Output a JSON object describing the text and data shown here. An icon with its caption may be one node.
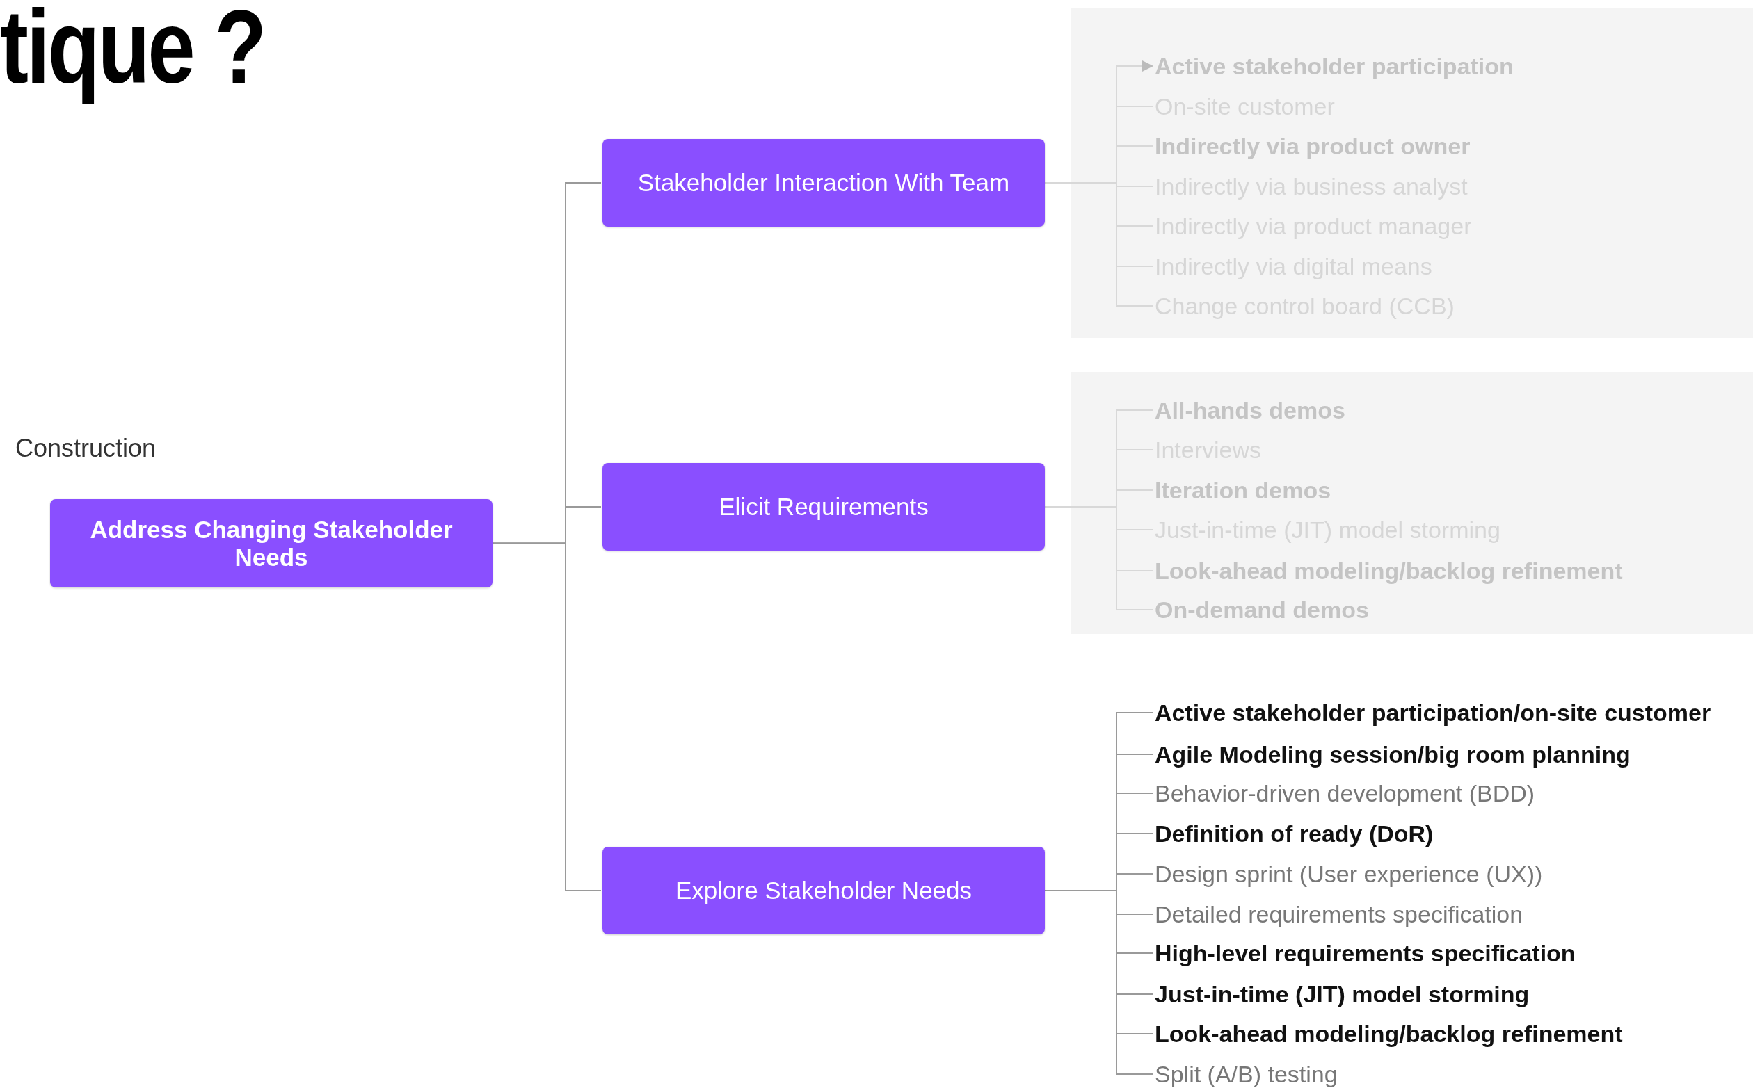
{
  "diagram": {
    "title": "tique ?",
    "nodes": [
      {
        "text": [
          "Address Changing Stakeholder Needs"
        ]
      },
      {
        "text": [
          "Stakeholder Interaction With Team"
        ]
      },
      {
        "text": [
          "Active stakeholder participation"
        ]
      },
      {
        "text": [
          "On-site customer"
        ]
      },
      {
        "text": [
          "Indirectly via product owner"
        ]
      },
      {
        "text": [
          "Indirectly via business analyst"
        ]
      },
      {
        "text": [
          "Indirectly via product manager"
        ]
      },
      {
        "text": [
          "Indirectly via digital means"
        ]
      },
      {
        "text": [
          "Change control board (CCB)"
        ]
      },
      {
        "text": [
          "Elicit Requirements"
        ]
      },
      {
        "text": [
          "All-hands demos"
        ]
      },
      {
        "text": [
          "Interviews"
        ]
      },
      {
        "text": [
          "Iteration demos"
        ]
      },
      {
        "text": [
          "Just-in-time (JIT) model storming"
        ]
      },
      {
        "text": [
          "Look-ahead modeling/backlog refinement"
        ]
      },
      {
        "text": [
          "On-demand demos"
        ]
      },
      {
        "text": [
          "Explore Stakeholder Needs"
        ]
      },
      {
        "text": [
          "Active stakeholder participation/on-site customer"
        ]
      },
      {
        "text": [
          "Agile Modeling session/big room planning"
        ]
      },
      {
        "text": [
          "Behavior-driven development (BDD)"
        ]
      },
      {
        "text": [
          "Definition of ready (DoR)"
        ]
      },
      {
        "text": [
          "Design sprint (User experience (UX))"
        ]
      },
      {
        "text": [
          "Detailed requirements specification"
        ]
      },
      {
        "text": [
          "High-level requirements specification"
        ]
      },
      {
        "text": [
          "Just-in-time (JIT) model storming"
        ]
      },
      {
        "text": [
          "Look-ahead modeling/backlog refinement"
        ]
      },
      {
        "text": [
          "Split (A/B) testing"
        ]
      }
    ],
    "edges": [
      {
        "from": 0,
        "to": 1,
        "arrow": "none"
      },
      {
        "from": 0,
        "to": 9,
        "arrow": "none"
      },
      {
        "from": 0,
        "to": 16,
        "arrow": "none"
      },
      {
        "from": 1,
        "to": 2,
        "arrow": "to"
      },
      {
        "from": 1,
        "to": 3,
        "arrow": "none"
      },
      {
        "from": 1,
        "to": 4,
        "arrow": "none"
      },
      {
        "from": 1,
        "to": 5,
        "arrow": "none"
      },
      {
        "from": 1,
        "to": 6,
        "arrow": "none"
      },
      {
        "from": 1,
        "to": 7,
        "arrow": "none"
      },
      {
        "from": 1,
        "to": 8,
        "arrow": "none"
      },
      {
        "from": 9,
        "to": 10,
        "arrow": "none"
      },
      {
        "from": 9,
        "to": 11,
        "arrow": "none"
      },
      {
        "from": 9,
        "to": 12,
        "arrow": "none"
      },
      {
        "from": 9,
        "to": 13,
        "arrow": "none"
      },
      {
        "from": 9,
        "to": 14,
        "arrow": "none"
      },
      {
        "from": 9,
        "to": 15,
        "arrow": "none"
      },
      {
        "from": 16,
        "to": 17,
        "arrow": "none"
      },
      {
        "from": 16,
        "to": 18,
        "arrow": "none"
      },
      {
        "from": 16,
        "to": 19,
        "arrow": "none"
      },
      {
        "from": 16,
        "to": 20,
        "arrow": "none"
      },
      {
        "from": 16,
        "to": 21,
        "arrow": "none"
      },
      {
        "from": 16,
        "to": 22,
        "arrow": "none"
      },
      {
        "from": 16,
        "to": 23,
        "arrow": "none"
      },
      {
        "from": 16,
        "to": 24,
        "arrow": "none"
      },
      {
        "from": 16,
        "to": 25,
        "arrow": "none"
      },
      {
        "from": 16,
        "to": 26,
        "arrow": "none"
      }
    ],
    "labels": [
      "Construction"
    ]
  }
}
